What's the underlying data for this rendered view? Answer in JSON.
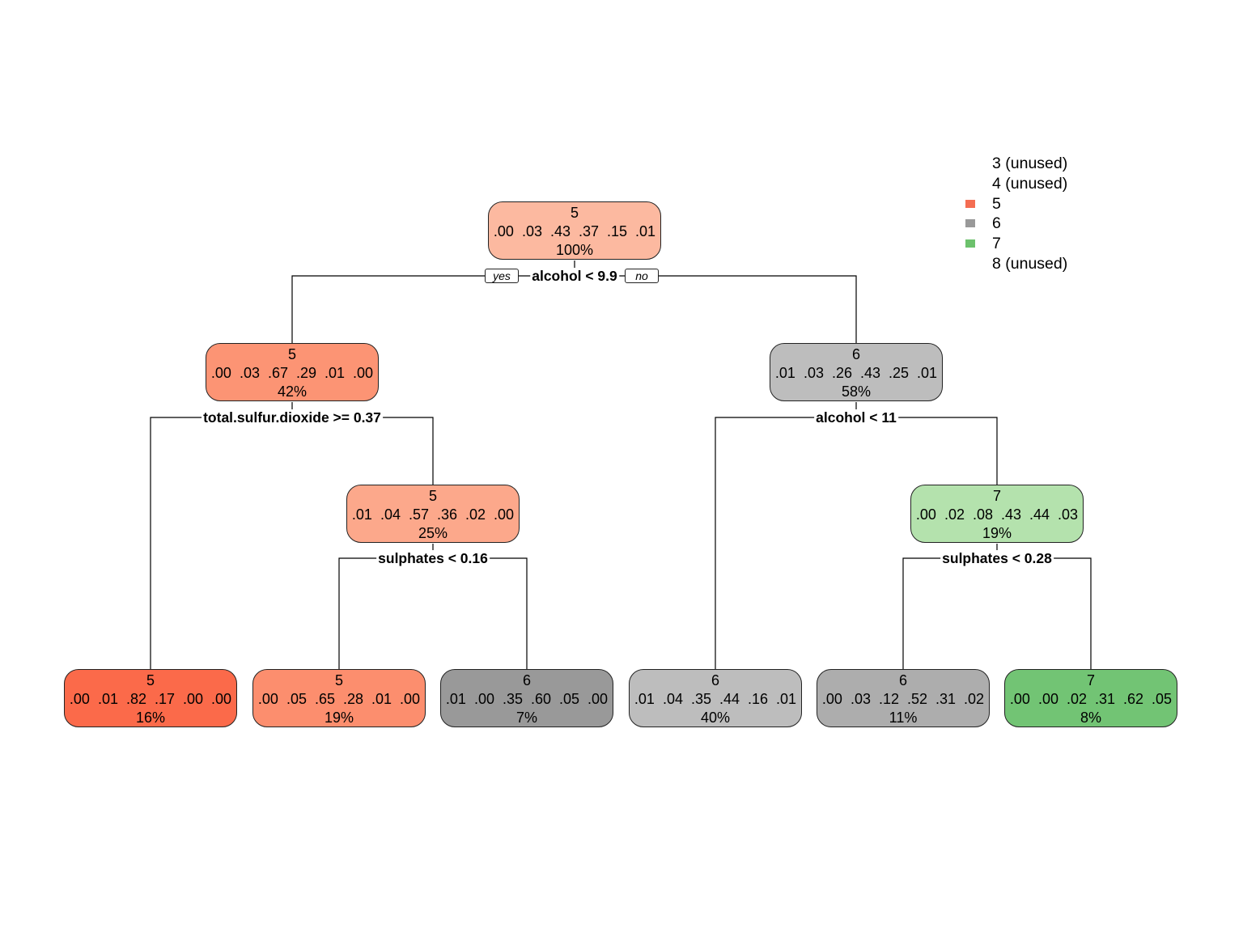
{
  "legend": [
    {
      "label": "3 (unused)",
      "color": ""
    },
    {
      "label": "4 (unused)",
      "color": ""
    },
    {
      "label": "5",
      "color": "#f46d52"
    },
    {
      "label": "6",
      "color": "#999999"
    },
    {
      "label": "7",
      "color": "#6cc16c"
    },
    {
      "label": "8 (unused)",
      "color": ""
    }
  ],
  "tags": {
    "yes": "yes",
    "no": "no"
  },
  "nodes": {
    "root": {
      "class": "5",
      "probs": ".00  .03  .43  .37  .15  .01",
      "pct": "100%",
      "color": "#fcb9a0"
    },
    "n2": {
      "class": "5",
      "probs": ".00  .03  .67  .29  .01  .00",
      "pct": "42%",
      "color": "#fc9474"
    },
    "n3": {
      "class": "6",
      "probs": ".01  .03  .26  .43  .25  .01",
      "pct": "58%",
      "color": "#bdbdbd"
    },
    "n5": {
      "class": "5",
      "probs": ".01  .04  .57  .36  .02  .00",
      "pct": "25%",
      "color": "#fca88b"
    },
    "n7": {
      "class": "7",
      "probs": ".00  .02  .08  .43  .44  .03",
      "pct": "19%",
      "color": "#b4e2ad"
    },
    "leaf1": {
      "class": "5",
      "probs": ".00  .01  .82  .17  .00  .00",
      "pct": "16%",
      "color": "#fb6a4a"
    },
    "leaf2": {
      "class": "5",
      "probs": ".00  .05  .65  .28  .01  .00",
      "pct": "19%",
      "color": "#fc8e6e"
    },
    "leaf3": {
      "class": "6",
      "probs": ".01  .00  .35  .60  .05  .00",
      "pct": "7%",
      "color": "#999999"
    },
    "leaf4": {
      "class": "6",
      "probs": ".01  .04  .35  .44  .16  .01",
      "pct": "40%",
      "color": "#bdbdbd"
    },
    "leaf5": {
      "class": "6",
      "probs": ".00  .03  .12  .52  .31  .02",
      "pct": "11%",
      "color": "#adadad"
    },
    "leaf6": {
      "class": "7",
      "probs": ".00  .00  .02  .31  .62  .05",
      "pct": "8%",
      "color": "#72c474"
    }
  },
  "splits": {
    "root": "alcohol < 9.9",
    "n2": "total.sulfur.dioxide >= 0.37",
    "n3": "alcohol < 11",
    "n5": "sulphates < 0.16",
    "n7": "sulphates < 0.28"
  }
}
